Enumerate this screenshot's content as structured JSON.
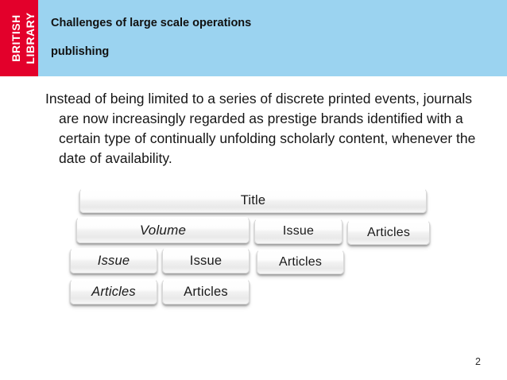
{
  "slide": {
    "page_number": "2",
    "colors": {
      "brand_red": "#e3002b",
      "header_blue": "#9bd3f0",
      "text_black": "#161616"
    }
  },
  "logo": {
    "line_1": "BRITISH",
    "line_2": "LIBRARY"
  },
  "header": {
    "title_line_1": "Challenges of large scale operations",
    "title_line_2": "publishing"
  },
  "body": {
    "paragraph": "Instead of being limited to a series of discrete printed events, journals are now increasingly regarded as prestige brands identified with a certain type of continually unfolding scholarly content, whenever the date of availability."
  },
  "diagram": {
    "nodes": [
      {
        "id": "title",
        "label": "Title",
        "style": "normal"
      },
      {
        "id": "volume",
        "label": "Volume",
        "style": "italic"
      },
      {
        "id": "issue-a",
        "label": "Issue",
        "style": "normal"
      },
      {
        "id": "articles-a",
        "label": "Articles",
        "style": "normal"
      },
      {
        "id": "issue-b",
        "label": "Issue",
        "style": "italic"
      },
      {
        "id": "issue-c",
        "label": "Issue",
        "style": "normal"
      },
      {
        "id": "articles-b",
        "label": "Articles",
        "style": "normal"
      },
      {
        "id": "articles-c",
        "label": "Articles",
        "style": "italic"
      },
      {
        "id": "articles-d",
        "label": "Articles",
        "style": "normal"
      }
    ]
  }
}
